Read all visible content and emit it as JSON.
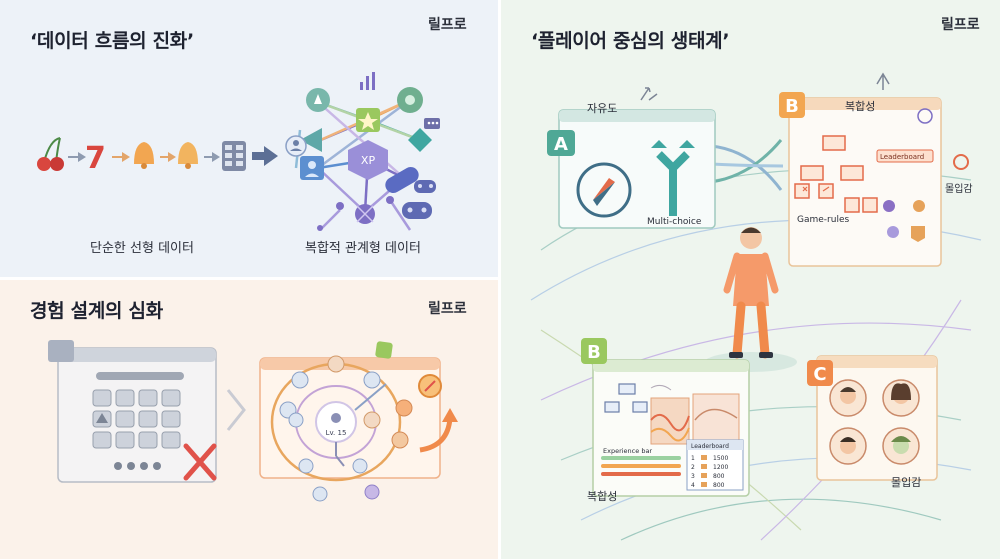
{
  "panel1": {
    "title": "‘데이터 흐름의 진화’",
    "brand": "릴프로",
    "linear_caption": "단순한 선형 데이터",
    "relational_caption": "복합적 관계형 데이터",
    "seven_glyph": "7",
    "xp_label": "XP"
  },
  "panel2": {
    "title": "경험 설계의 심화",
    "brand": "릴프로",
    "level_label": "Lv. 15"
  },
  "panel3": {
    "title": "‘플레이어 중심의 생태계’",
    "brand": "릴프로",
    "card_a": {
      "letter": "A",
      "label": "자유도",
      "text": "Multi-choice"
    },
    "card_b_top": {
      "letter": "B",
      "label": "복합성",
      "text": "Game-rules",
      "badge": "Leaderboard"
    },
    "card_b_bottom": {
      "letter": "B",
      "label": "복합성",
      "bar_label": "Experience bar",
      "board_title": "Leaderboard",
      "rows": [
        {
          "rank": "1",
          "score": "1500"
        },
        {
          "rank": "2",
          "score": "1200"
        },
        {
          "rank": "3",
          "score": "800"
        },
        {
          "rank": "4",
          "score": "800"
        }
      ]
    },
    "card_c": {
      "letter": "C",
      "label": "몰입감"
    },
    "side_label": "몰입감"
  },
  "colors": {
    "accent_teal": "#3fa6a0",
    "accent_orange": "#f08a4b",
    "accent_purple": "#7d6fc4",
    "cross_red": "#e0524a"
  }
}
